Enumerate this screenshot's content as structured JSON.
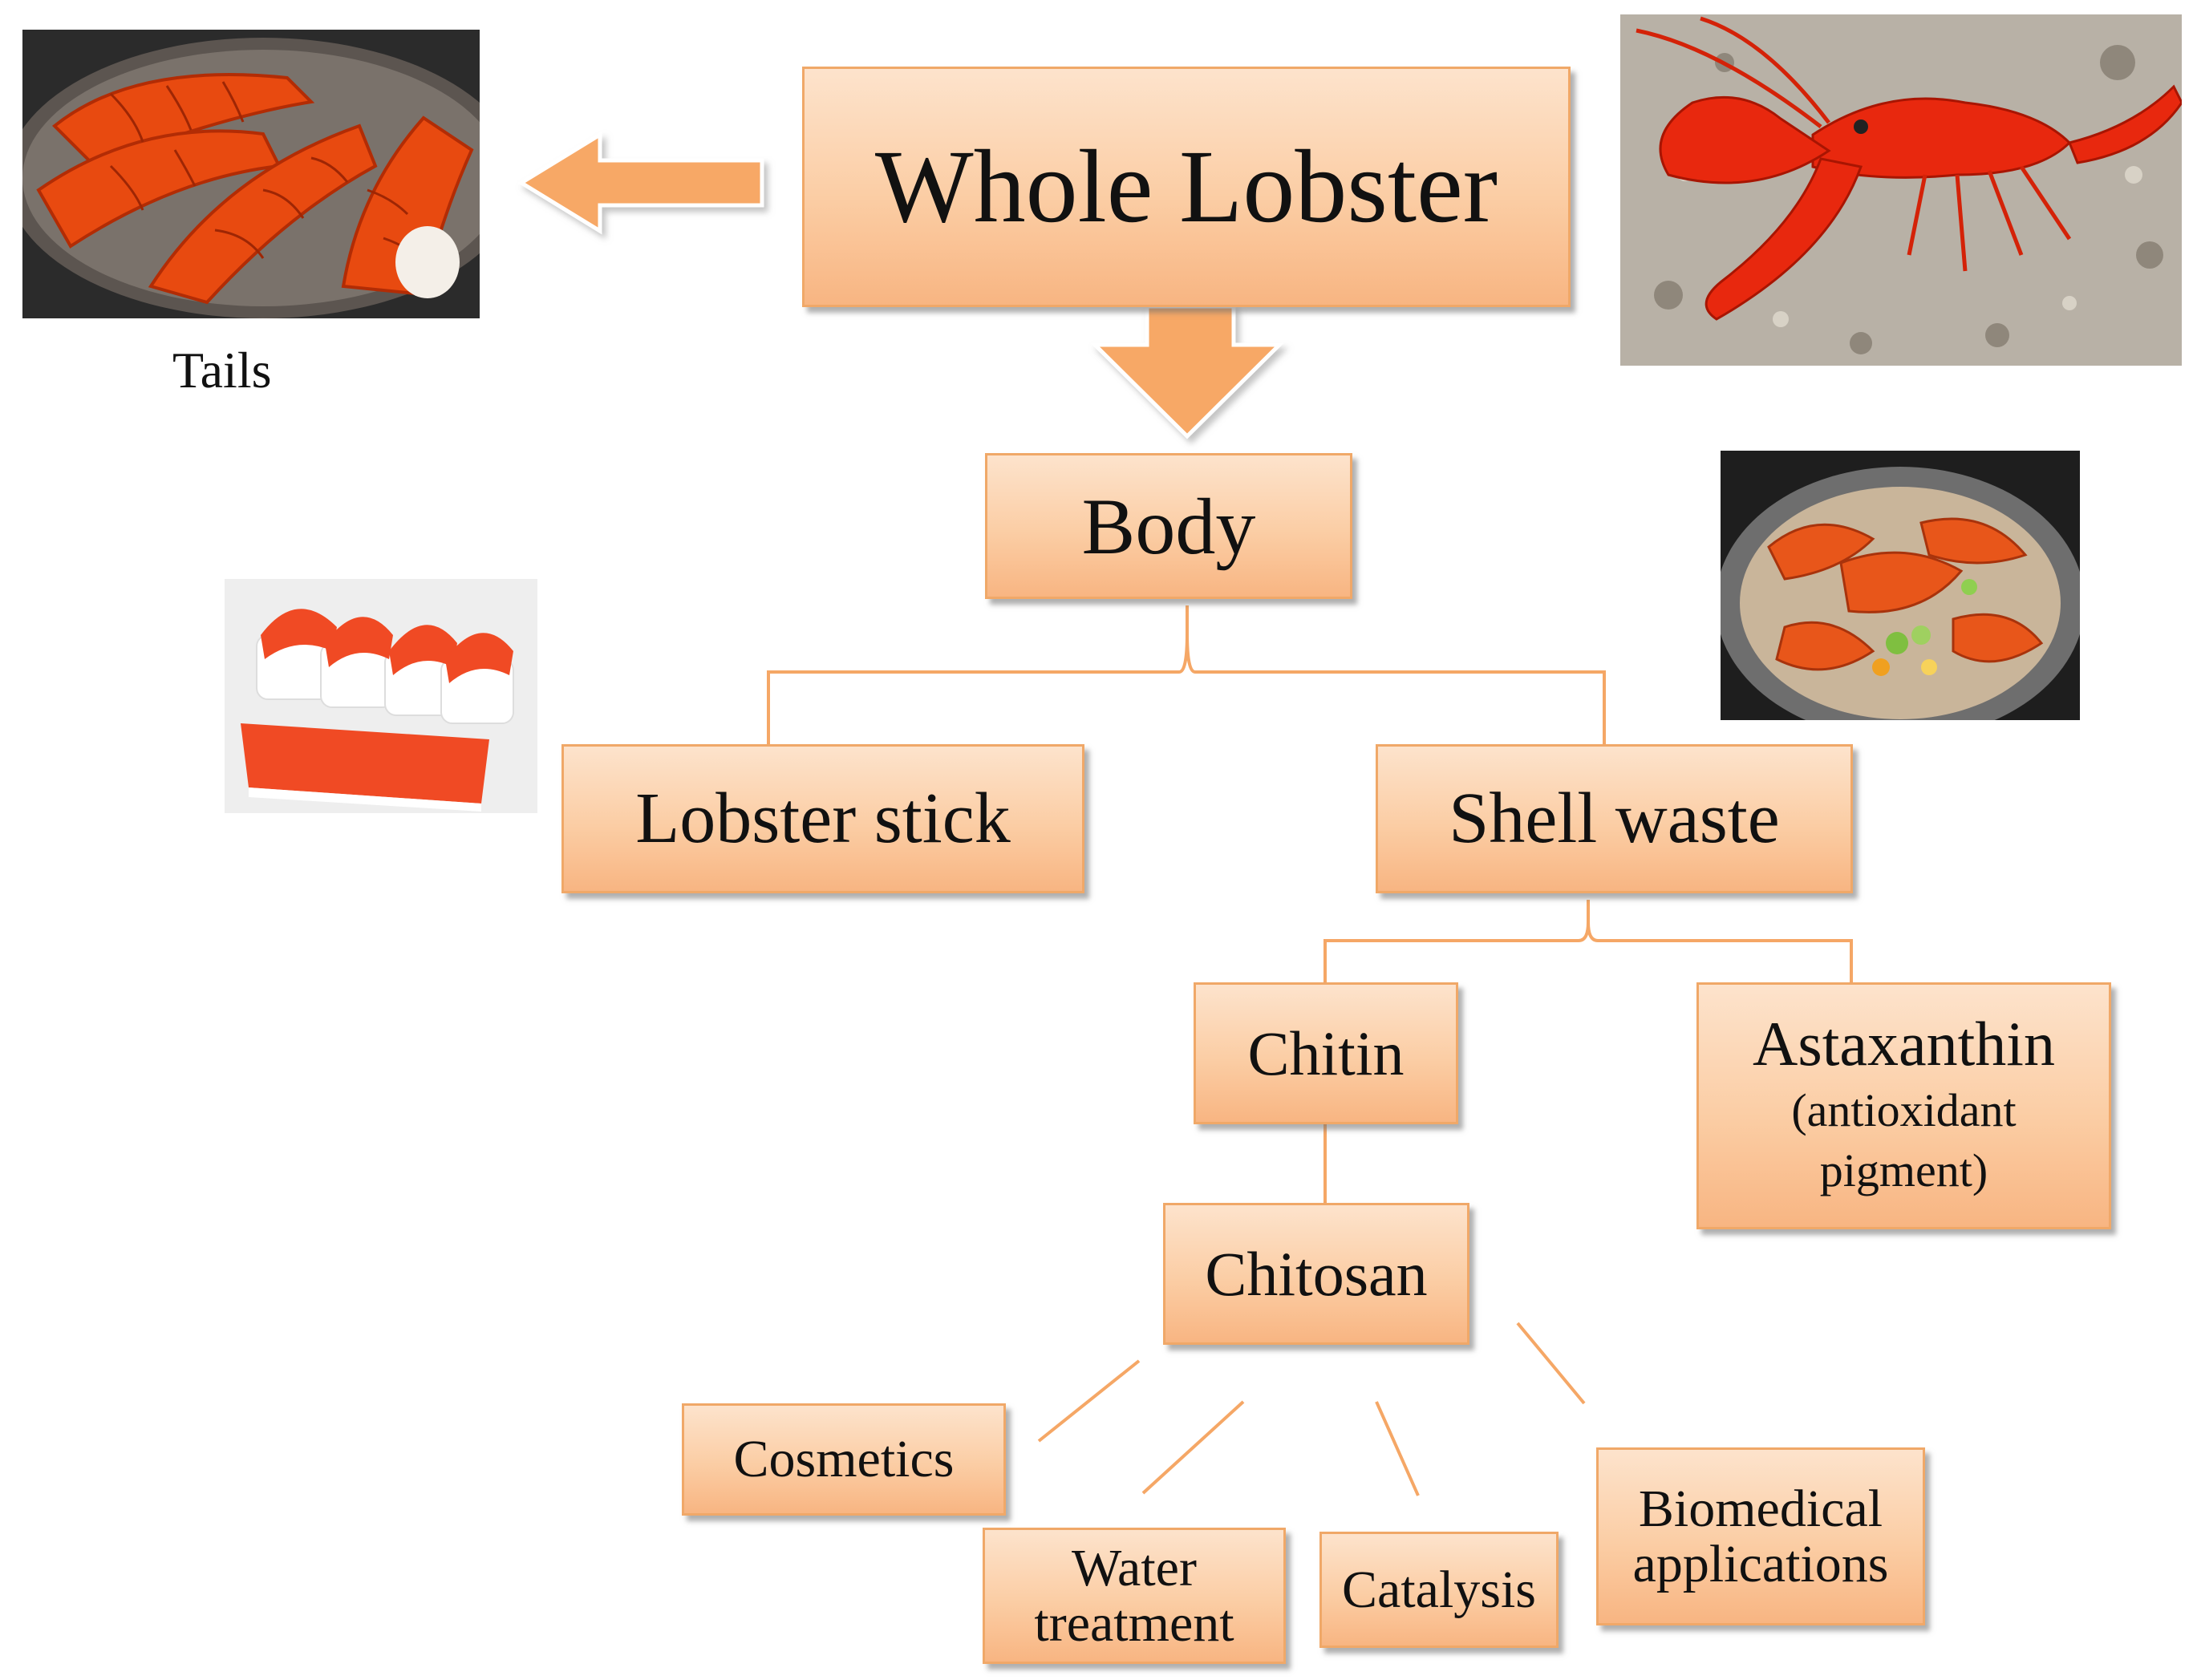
{
  "nodes": {
    "whole_lobster": "Whole Lobster",
    "body": "Body",
    "lobster_stick": "Lobster stick",
    "shell_waste": "Shell waste",
    "chitin": "Chitin",
    "astaxanthin": "Astaxanthin",
    "astaxanthin_note_1": "(antioxidant",
    "astaxanthin_note_2": "pigment)",
    "chitosan": "Chitosan",
    "cosmetics": "Cosmetics",
    "water_1": "Water",
    "water_2": "treatment",
    "catalysis": "Catalysis",
    "biomedical_1": "Biomedical",
    "biomedical_2": "applications"
  },
  "captions": {
    "tails": "Tails"
  },
  "colors": {
    "box_fill_top": "#fde3cc",
    "box_fill_bottom": "#f8b582",
    "box_border": "#f0a868",
    "arrow": "#f7a866"
  },
  "images": [
    "lobster-tails-photo",
    "red-crayfish-photo",
    "lobster-sticks-photo",
    "shell-waste-pot-photo"
  ]
}
